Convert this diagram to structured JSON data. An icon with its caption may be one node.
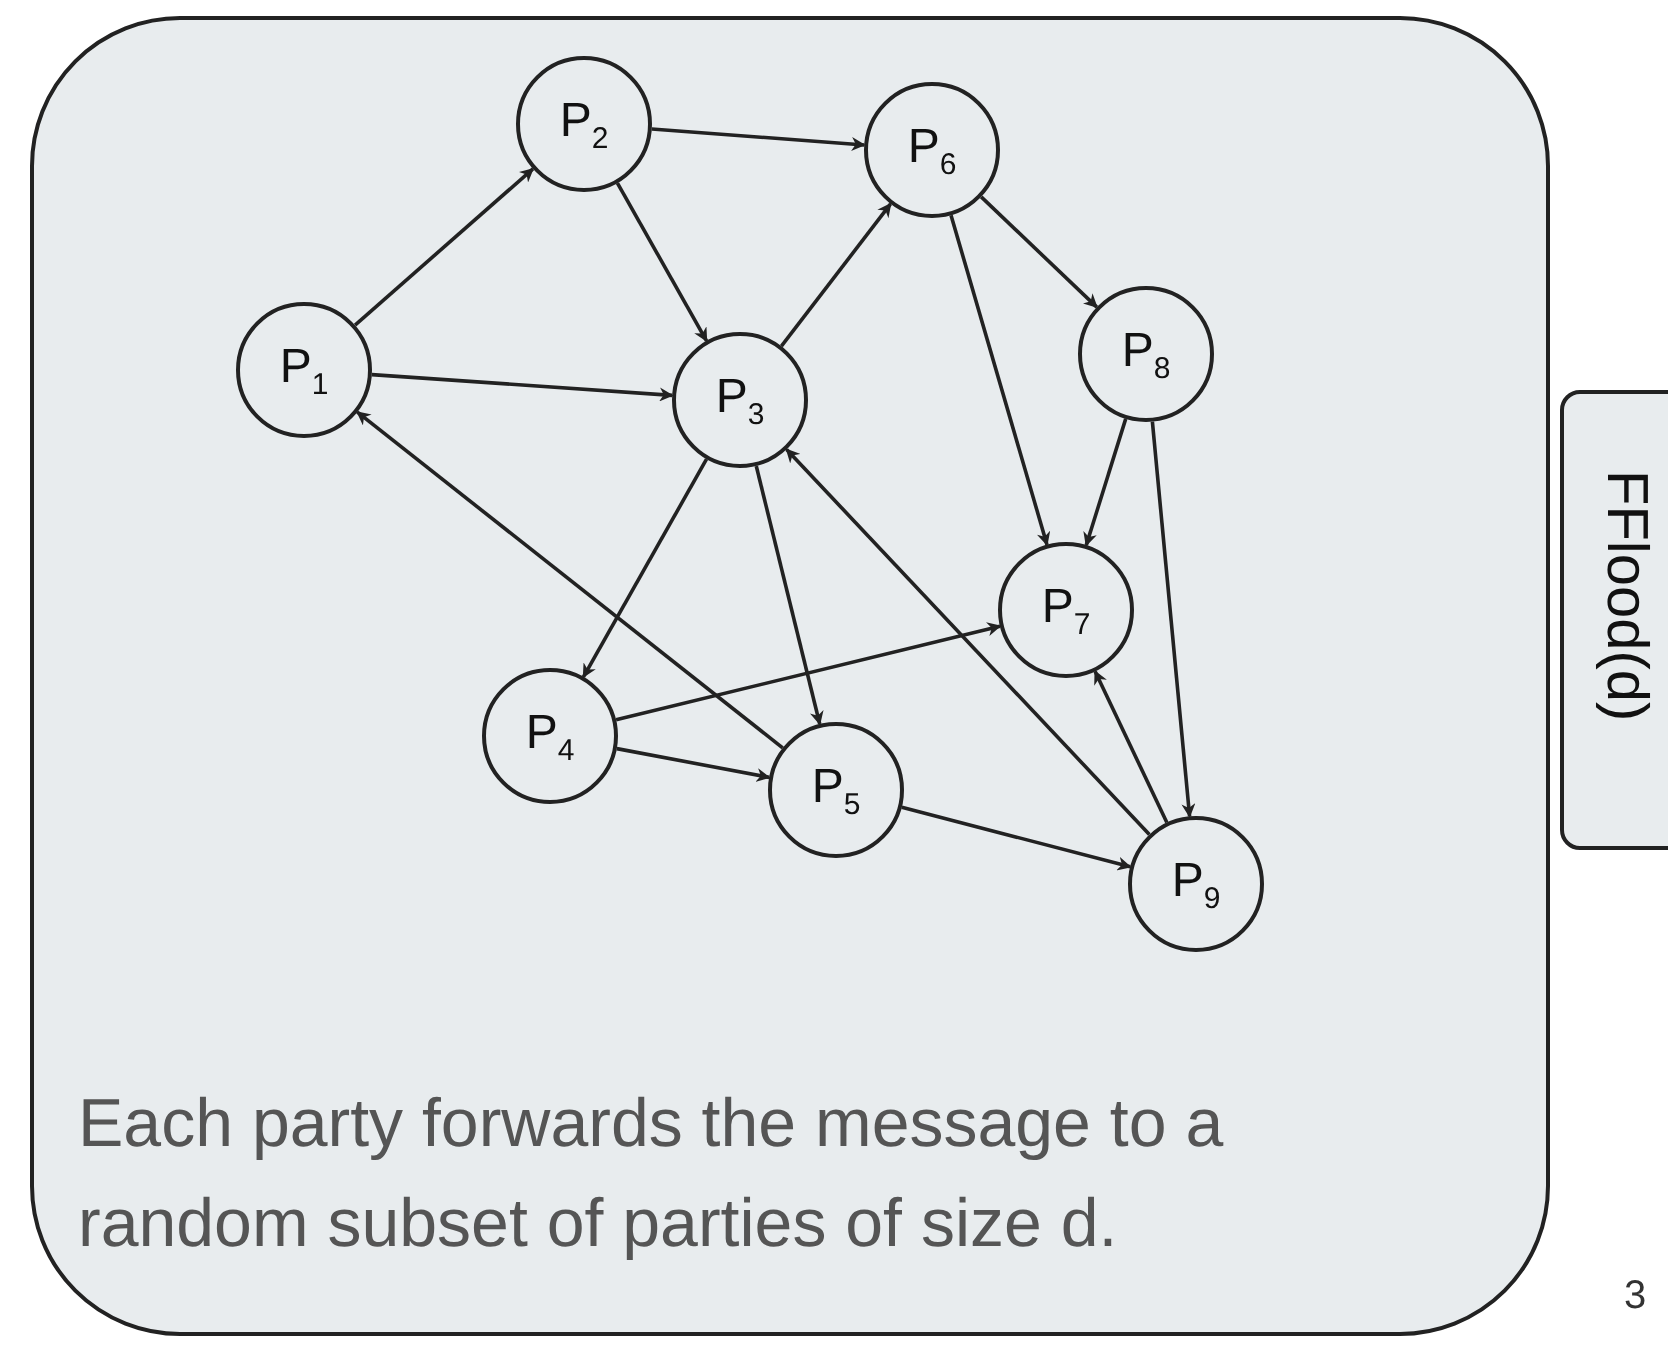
{
  "diagram": {
    "nodes": [
      {
        "text": [
          "Each party forwards the message to a random subset of parties of size d."
        ]
      },
      {
        "text": [
          "P$_{1}$"
        ],
        "in": 0
      },
      {
        "text": [
          "P$_{2}$"
        ],
        "in": 0
      },
      {
        "text": [
          "P$_{3}$"
        ],
        "in": 0
      },
      {
        "text": [
          "P$_{4}$"
        ],
        "in": 0
      },
      {
        "text": [
          "P$_{5}$"
        ],
        "in": 0
      },
      {
        "text": [
          "P$_{6}$"
        ],
        "in": 0
      },
      {
        "text": [
          "P$_{7}$"
        ],
        "in": 0
      },
      {
        "text": [
          "P$_{8}$"
        ],
        "in": 0
      },
      {
        "text": [
          "P$_{9}$"
        ],
        "in": 0
      },
      {
        "text": [
          "FFlood(d)"
        ]
      }
    ],
    "edges": [
      {
        "from": 1,
        "to": 2,
        "arrow": "to"
      },
      {
        "from": 1,
        "to": 3,
        "arrow": "to"
      },
      {
        "from": 2,
        "to": 6,
        "arrow": "to"
      },
      {
        "from": 2,
        "to": 3,
        "arrow": "to"
      },
      {
        "from": 3,
        "to": 6,
        "arrow": "to"
      },
      {
        "from": 3,
        "to": 4,
        "arrow": "to"
      },
      {
        "from": 3,
        "to": 5,
        "arrow": "to"
      },
      {
        "from": 5,
        "to": 1,
        "arrow": "to"
      },
      {
        "from": 6,
        "to": 8,
        "arrow": "to"
      },
      {
        "from": 6,
        "to": 7,
        "arrow": "to"
      },
      {
        "from": 8,
        "to": 7,
        "arrow": "to"
      },
      {
        "from": 8,
        "to": 9,
        "arrow": "to"
      },
      {
        "from": 4,
        "to": 7,
        "arrow": "to"
      },
      {
        "from": 4,
        "to": 5,
        "arrow": "to"
      },
      {
        "from": 5,
        "to": 9,
        "arrow": "to"
      },
      {
        "from": 9,
        "to": 3,
        "arrow": "to"
      },
      {
        "from": 9,
        "to": 7,
        "arrow": "to"
      }
    ],
    "labels": [
      "3"
    ]
  }
}
